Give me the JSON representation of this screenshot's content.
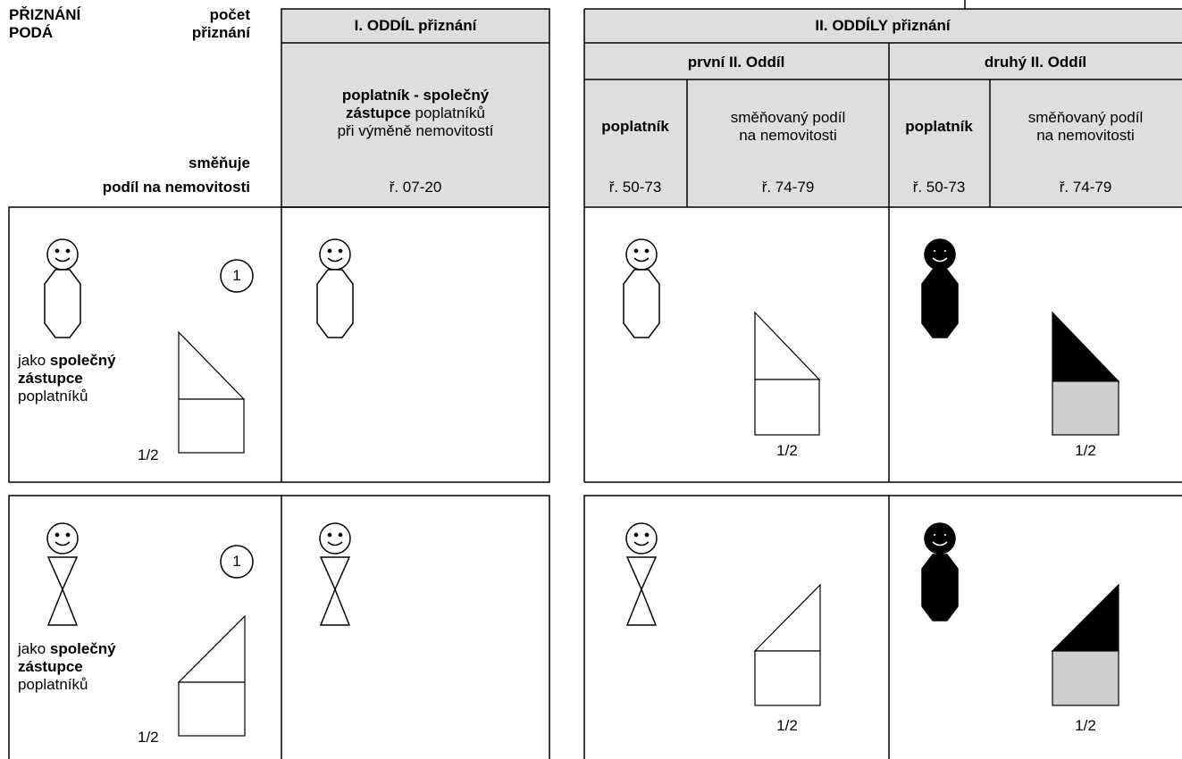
{
  "left_header": {
    "priznani_poda": "PŘIZNÁNÍ\nPODÁ",
    "pocet_priznani": "počet\npřiznání",
    "smenuje": "směňuje",
    "podil": "podíl na nemovitosti"
  },
  "section1": {
    "title": "I. ODDÍL přiznání",
    "desc_bold": "poplatník - společný\nzástupce",
    "desc_1": "poplatníků",
    "desc_2": "při výměně nemovitostí",
    "rows": "ř. 07-20"
  },
  "section2": {
    "title": "II. ODDÍLY přiznání",
    "first": "první II. Oddíl",
    "second": "druhý II. Oddíl",
    "poplatnik": "poplatník",
    "smenovany": "směňovaný podíl\nna nemovitosti",
    "rows_a": "ř. 50-73",
    "rows_b": "ř. 74-79"
  },
  "row_labels": {
    "jako": "jako",
    "spolecny": "společný",
    "zastupce": "zástupce",
    "poplatniku": "poplatníků",
    "count": "1",
    "fraction": "1/2"
  },
  "colors": {
    "shade_header": "#dedede",
    "shade_house": "#cfcfcf",
    "line": "#000000"
  }
}
